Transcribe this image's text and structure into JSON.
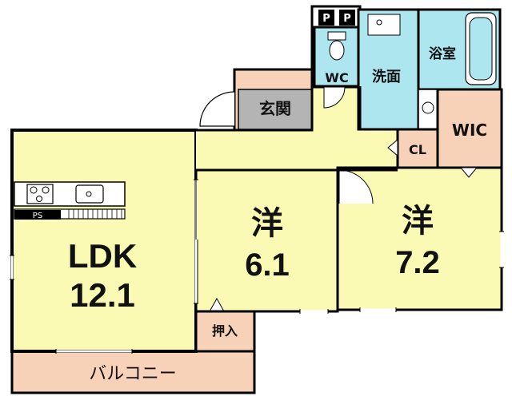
{
  "rooms": {
    "ldk": {
      "name": "LDK",
      "size": "12.1"
    },
    "western1": {
      "name": "洋",
      "size": "6.1"
    },
    "western2": {
      "name": "洋",
      "size": "7.2"
    },
    "entrance": "玄関",
    "washroom": "洗面",
    "bathroom": "浴室",
    "wc": "WC",
    "wic": "WIC",
    "closet": "CL",
    "oshiire": "押入",
    "balcony": "バルコニー"
  },
  "fixtures": {
    "pipe_space_1": "P",
    "pipe_space_2": "P",
    "kitchen_ps": "PS"
  },
  "colors": {
    "room_fill": "#fafab4",
    "wet_fill": "#aee6f0",
    "storage_fill": "#f8d2b8",
    "entrance_fill": "#b4b4b4",
    "wall": "#000000"
  }
}
